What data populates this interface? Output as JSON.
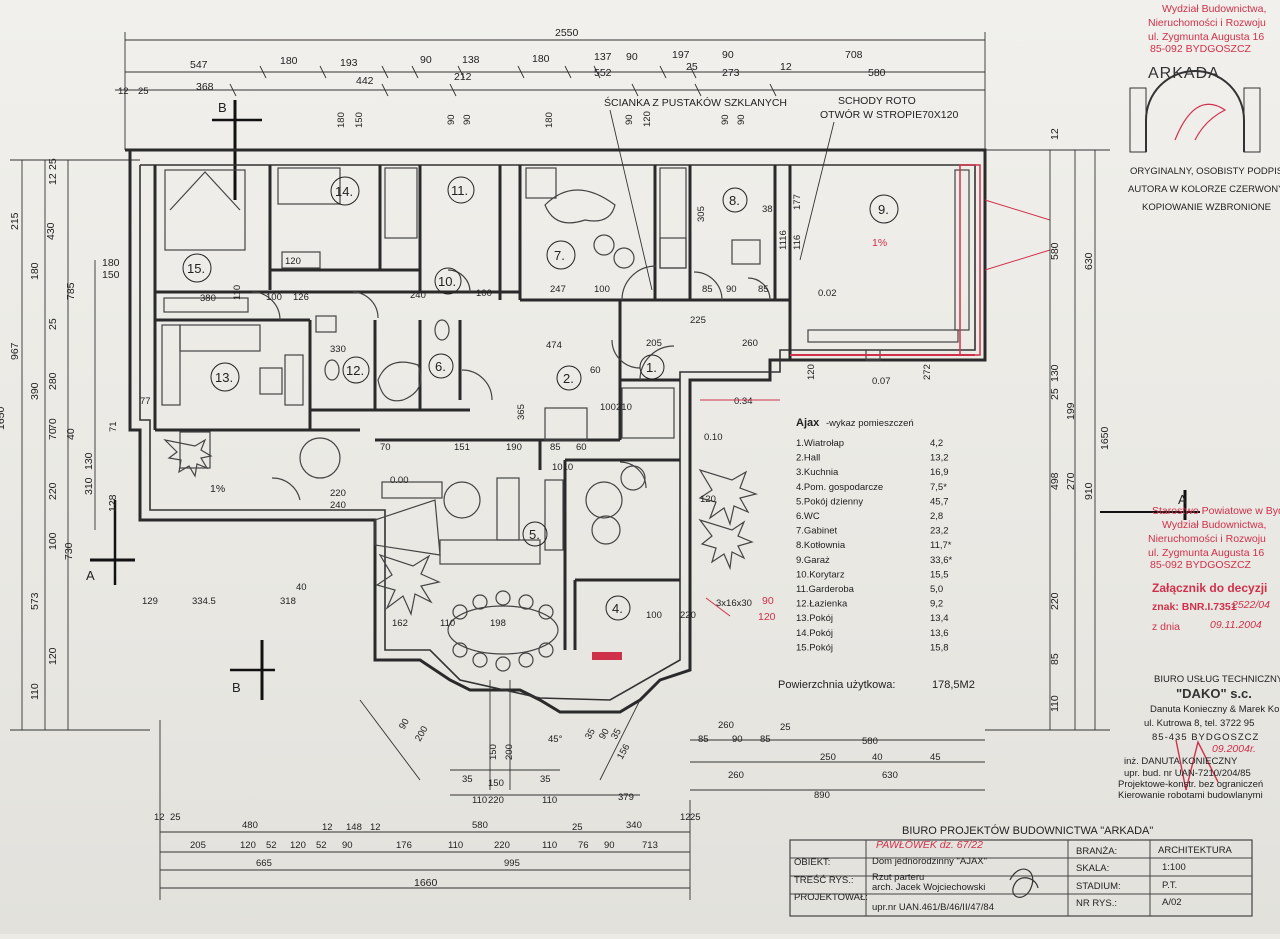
{
  "dims": {
    "overall_top": "2550",
    "top_row1": [
      "547",
      "180",
      "193",
      "90",
      "138",
      "180",
      "137",
      "90",
      "197",
      "90",
      "708"
    ],
    "top_row2": [
      "368",
      "442",
      "212",
      "552",
      "25",
      "273",
      "12",
      "580"
    ],
    "top_row3": [
      "12",
      "25"
    ],
    "top_wall": [
      "150",
      "180",
      "90",
      "90",
      "180",
      "90",
      "120",
      "90",
      "90"
    ],
    "left_verticals": [
      "967",
      "785",
      "430",
      "390",
      "310",
      "215",
      "180",
      "180",
      "150",
      "25",
      "280",
      "70",
      "220",
      "130",
      "128",
      "100",
      "573",
      "730",
      "1650",
      "110",
      "120",
      "70",
      "40",
      "12",
      "25",
      "77",
      "71"
    ],
    "right_verticals": [
      "1650",
      "910",
      "630",
      "580",
      "498",
      "270",
      "220",
      "199",
      "130",
      "25",
      "85",
      "110",
      "12"
    ],
    "bottom_row1": [
      "480",
      "580",
      "340"
    ],
    "bottom_row2": [
      "205",
      "120",
      "52",
      "120",
      "52",
      "90",
      "176",
      "110",
      "220",
      "110",
      "76",
      "90",
      "713"
    ],
    "bottom_row3": [
      "665",
      "995"
    ],
    "bottom_overall": "1660",
    "bottom_small": [
      "12",
      "25",
      "12",
      "148",
      "12",
      "25",
      "12",
      "25"
    ],
    "bay": [
      "35",
      "150",
      "35",
      "220",
      "110",
      "110",
      "379",
      "150",
      "200",
      "45°",
      "90",
      "200",
      "35",
      "90",
      "35",
      "156"
    ],
    "garage_bottom": [
      "260",
      "580",
      "85",
      "90",
      "85",
      "25",
      "250",
      "40",
      "45",
      "260",
      "630",
      "890"
    ],
    "interior": [
      "380",
      "120",
      "110",
      "100",
      "126",
      "240",
      "100",
      "247",
      "100",
      "85",
      "90",
      "85",
      "330",
      "474",
      "205",
      "60",
      "225",
      "70",
      "151",
      "190",
      "85",
      "60",
      "100",
      "210",
      "1010",
      "120",
      "220",
      "240",
      "334.5",
      "318",
      "129",
      "162",
      "110",
      "198",
      "40",
      "100",
      "220",
      "365",
      "305",
      "38",
      "177",
      "1116",
      "116",
      "260",
      "0.02",
      "0.07",
      "0.00",
      "0.34",
      "0.10",
      "120",
      "272",
      "3x16x30",
      "90",
      "120"
    ]
  },
  "labels": {
    "glass_wall": "ŚCIANKA Z PUSTAKÓW SZKLANYCH",
    "stairs1": "SCHODY ROTO",
    "stairs2": "OTWÓR W STROPIE70X120",
    "sec_b_top": "B",
    "sec_b_bottom": "B",
    "sec_a_left": "A",
    "sec_a_right": "A",
    "slope1": "1%",
    "slope2": "1%"
  },
  "rooms": [
    "1.",
    "2.",
    "4.",
    "5.",
    "6.",
    "7.",
    "8.",
    "9.",
    "10.",
    "11.",
    "12.",
    "13.",
    "14.",
    "15."
  ],
  "schedule": {
    "title": "Ajax",
    "subtitle": "-wykaz pomieszczeń",
    "rows": [
      {
        "name": "1.Wiatrołap",
        "area": "4,2"
      },
      {
        "name": "2.Hall",
        "area": "13,2"
      },
      {
        "name": "3.Kuchnia",
        "area": "16,9"
      },
      {
        "name": "4.Pom. gospodarcze",
        "area": "7,5*"
      },
      {
        "name": "5.Pokój dzienny",
        "area": "45,7"
      },
      {
        "name": "6.WC",
        "area": "2,8"
      },
      {
        "name": "7.Gabinet",
        "area": "23,2"
      },
      {
        "name": "8.Kotłownia",
        "area": "11,7*"
      },
      {
        "name": "9.Garaż",
        "area": "33,6*"
      },
      {
        "name": "10.Korytarz",
        "area": "15,5"
      },
      {
        "name": "11.Garderoba",
        "area": "5,0"
      },
      {
        "name": "12.Łazienka",
        "area": "9,2"
      },
      {
        "name": "13.Pokój",
        "area": "13,4"
      },
      {
        "name": "14.Pokój",
        "area": "13,6"
      },
      {
        "name": "15.Pokój",
        "area": "15,8"
      }
    ],
    "usable_label": "Powierzchnia użytkowa:",
    "usable_value": "178,5M2"
  },
  "stamp_top": {
    "line1": "Wydział Budownictwa,",
    "line2": "Nieruchomości i Rozwoju",
    "line3": "ul. Zygmunta Augusta 16",
    "line4": "85-092 BYDGOSZCZ"
  },
  "arkada": {
    "name": "ARKADA",
    "n1": "ORYGINALNY, OSOBISTY PODPIS",
    "n2": "AUTORA W KOLORZE CZERWONYM",
    "n3": "KOPIOWANIE WZBRONIONE"
  },
  "stamp_mid": {
    "line0": "Starostwo Powiatowe w Bydgoszczy",
    "line1": "Wydział Budownictwa,",
    "line2": "Nieruchomości i Rozwoju",
    "line3": "ul. Zygmunta Augusta 16",
    "line4": "85-092 BYDGOSZCZ",
    "att": "Załącznik do decyzji",
    "znak": "znak: BNR.I.7351",
    "znak_hand": "2522/04",
    "zdnia": "z dnia",
    "zdnia_hand": "09.11.2004"
  },
  "dako": {
    "l1": "BIURO USŁUG TECHNICZNYCH",
    "l2": "\"DAKO\" s.c.",
    "l3": "Danuta Konieczny & Marek Konieczny",
    "l4": "ul. Kutrowa 8, tel. 3722 95",
    "l5": "85-435  BYDGOSZCZ"
  },
  "kier": {
    "date": "09.2004r.",
    "name": "inż. DANUTA KONIECZNY",
    "l1": "upr. bud. nr UAN-7210/204/85",
    "l2": "Projektowe-konstr. bez ograniczeń",
    "l3": "Kierowanie robotami budowlanymi"
  },
  "title_block": {
    "header": "BIURO PROJEKTÓW BUDOWNICTWA \"ARKADA\"",
    "obiekt_l": "OBIEKT:",
    "obiekt_v": "Dom jednorodzinny \"AJAX\"",
    "obiekt_hand": "PAWŁÓWEK dz. 67/22",
    "tresc_l": "TREŚĆ RYS.:",
    "tresc_v": "Rzut parteru",
    "proj_l": "PROJEKTOWAŁ:",
    "proj_v": "arch. Jacek Wojciechowski",
    "upr": "upr.nr UAN.461/B/46/II/47/84",
    "branza_l": "BRANŻA:",
    "branza_v": "ARCHITEKTURA",
    "skala_l": "SKALA:",
    "skala_v": "1:100",
    "stadium_l": "STADIUM:",
    "stadium_v": "P.T.",
    "nr_l": "NR RYS.:",
    "nr_v": "A/02"
  }
}
